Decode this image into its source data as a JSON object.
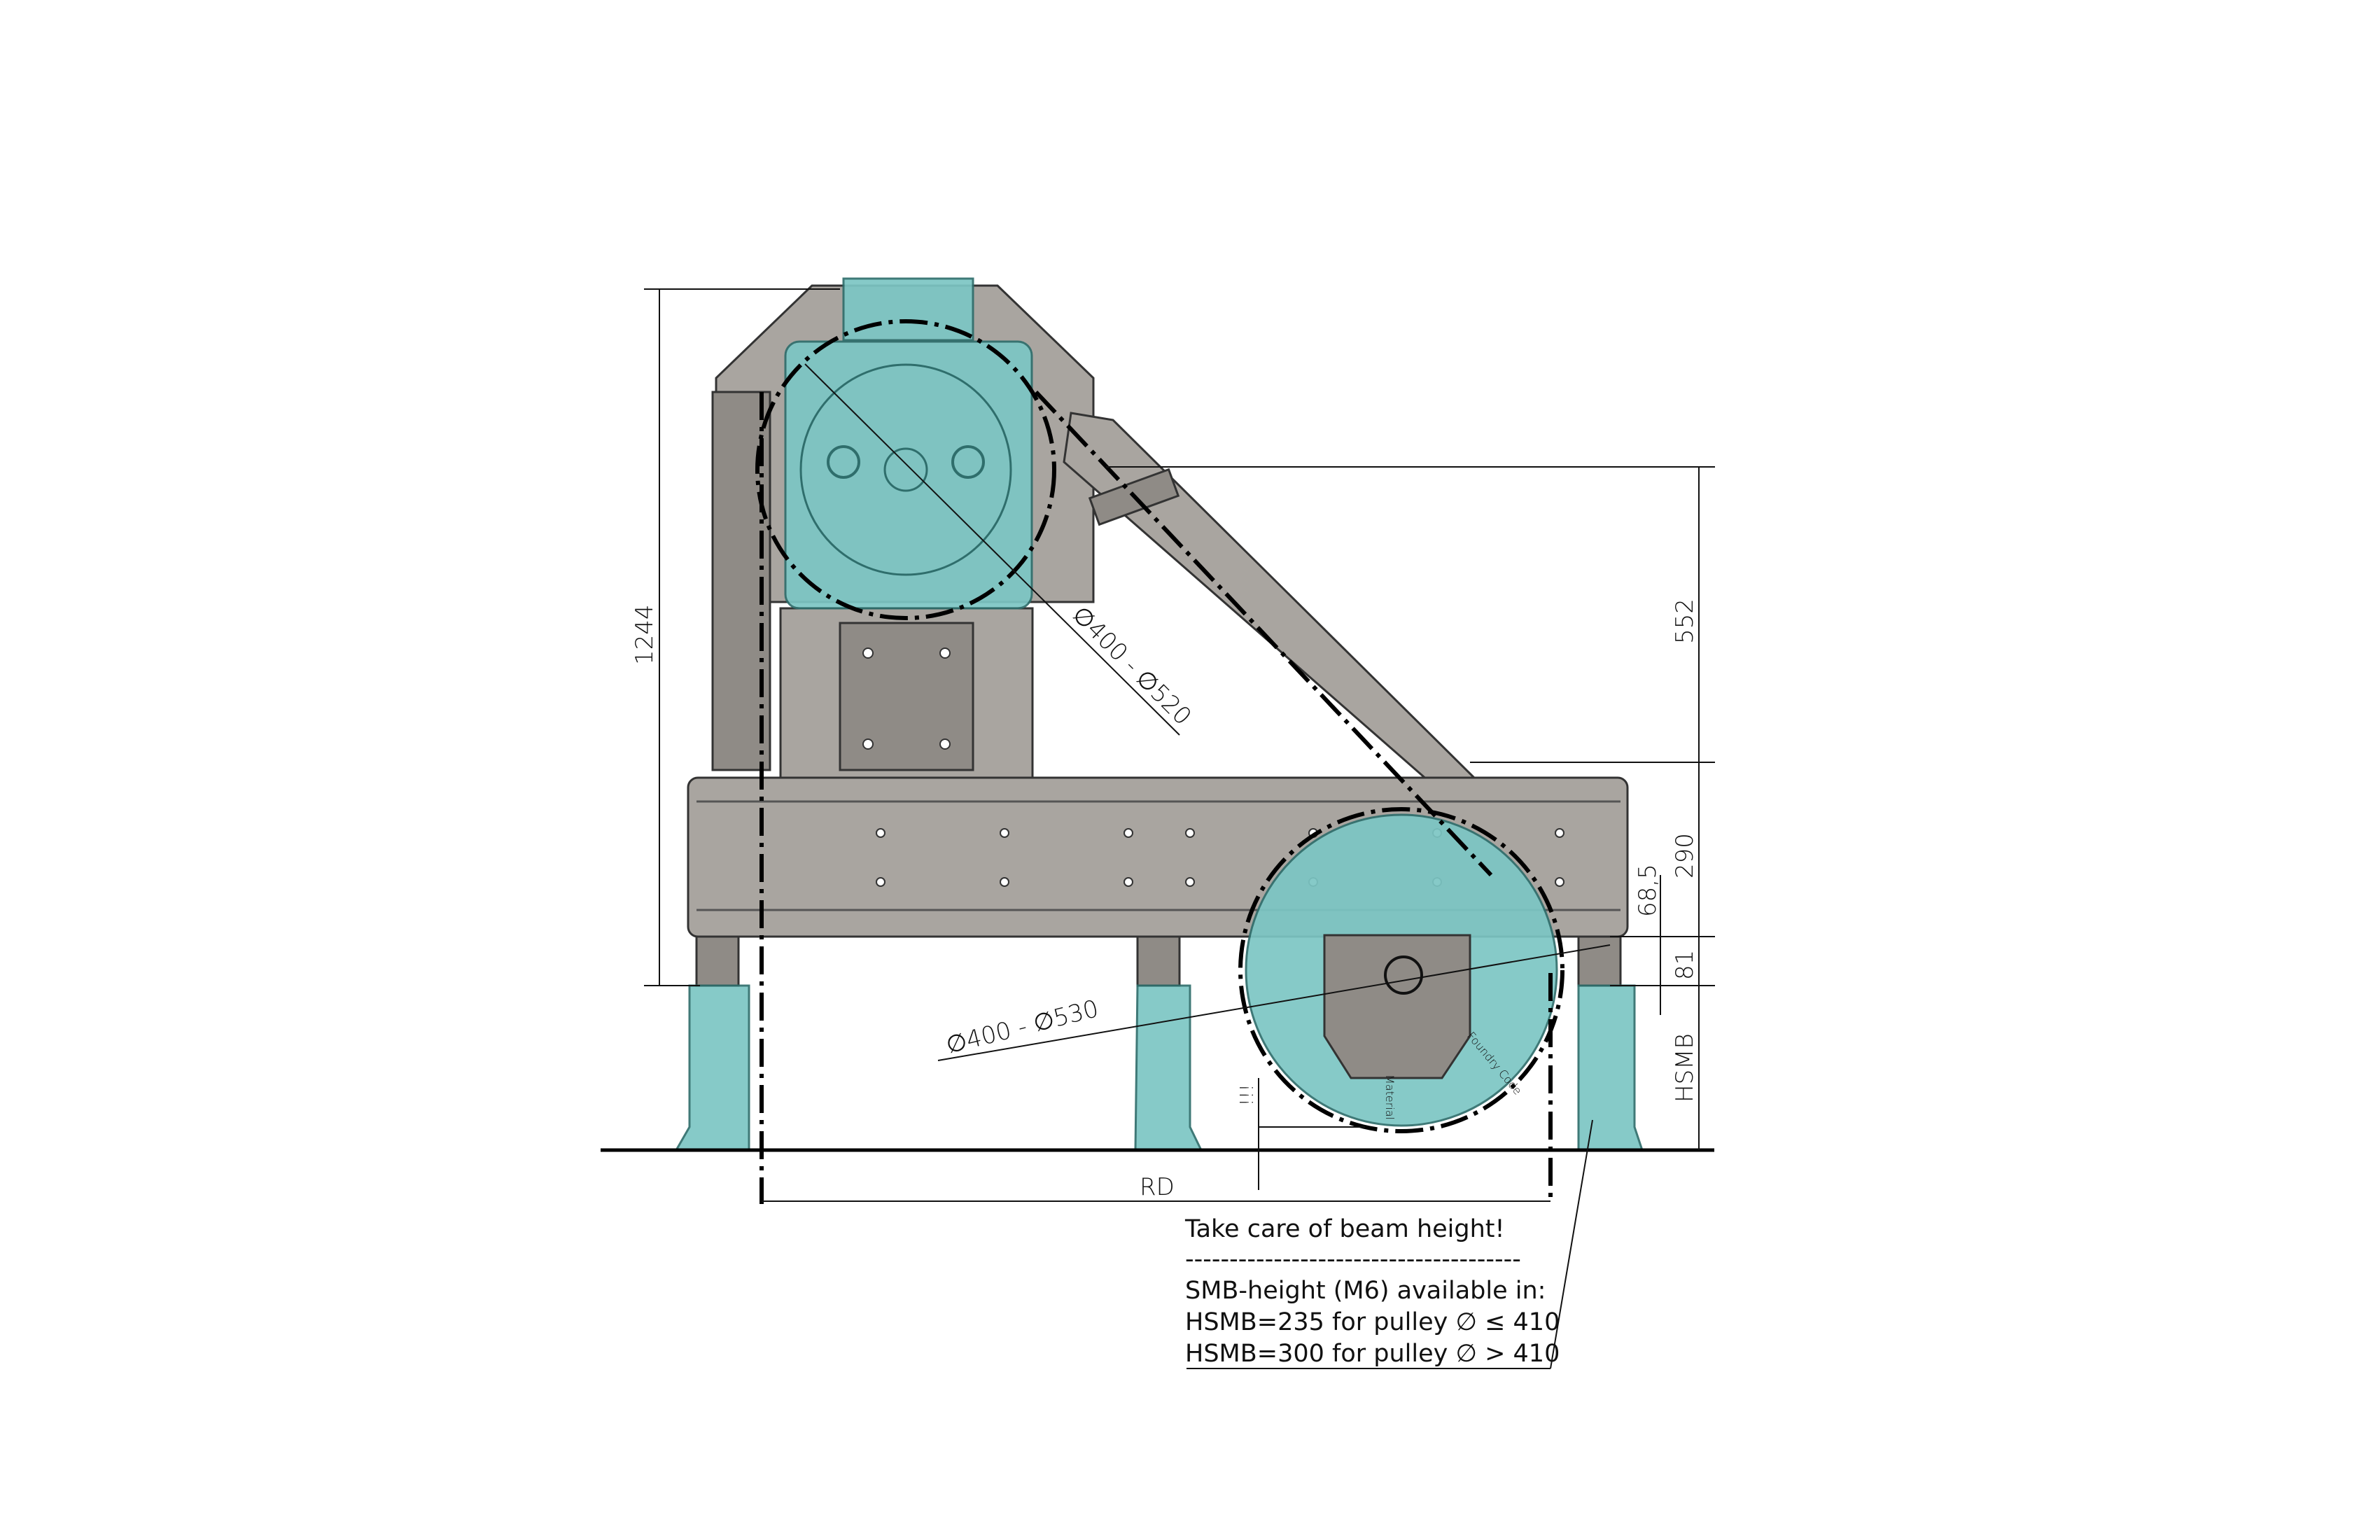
{
  "drawing": {
    "dimensions": {
      "overall_height": "1244",
      "arm_height": "552",
      "beam_height": "290",
      "beam_offset": "68,5",
      "foot_height": "81",
      "support_height": "HSMB",
      "rope_distance": "RD",
      "traction_sheave_diameter": "∅400 - ∅520",
      "diverter_pulley_diameter": "∅400 - ∅530",
      "clearance_marker": "!!!"
    },
    "pulley_text": [
      "Foundry Code",
      "Material"
    ],
    "note": {
      "warning": "Take care of beam height!",
      "separator": "--------------------------------------",
      "line1": "SMB-height (M6) available in:",
      "line2": "HSMB=235 for pulley ∅ ≤ 410",
      "line3": "HSMB=300 for pulley ∅ > 410"
    },
    "colors": {
      "teal": "#7cc6c4",
      "metal": "#8f8b86"
    }
  }
}
